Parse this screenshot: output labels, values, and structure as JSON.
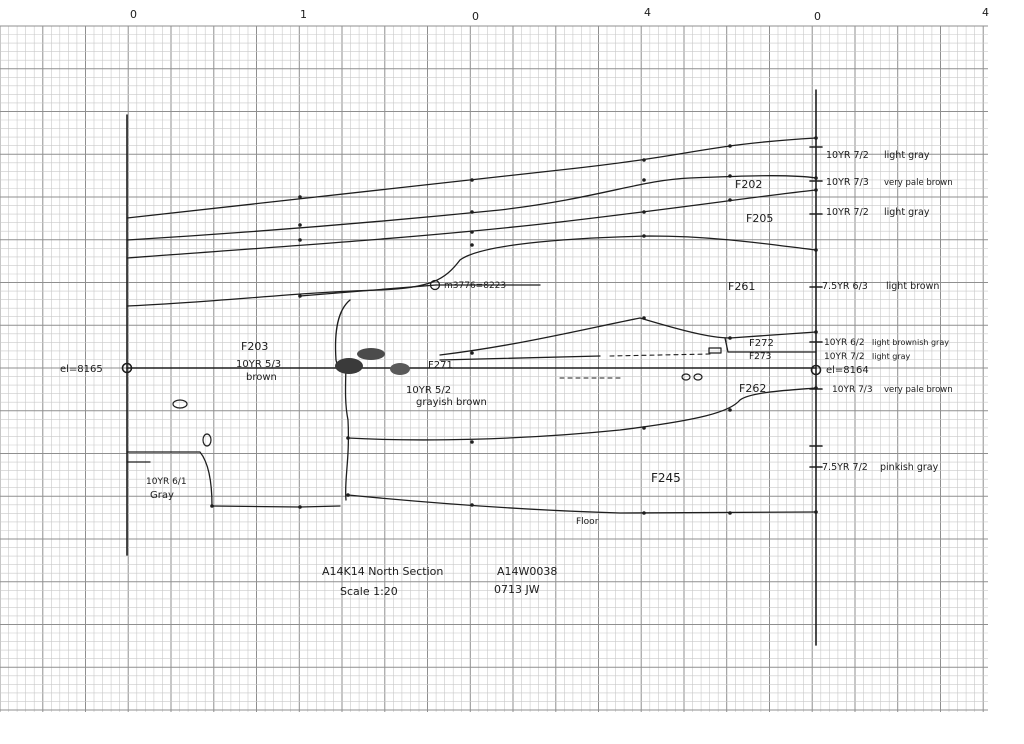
{
  "sheet": {
    "top_ruler_marks": [
      "0",
      "1",
      "0",
      "4",
      "0",
      "4"
    ]
  },
  "labels": {
    "datum": "el=8165",
    "datum_right": "el=8164",
    "point_upper": "m3776=8223",
    "floor": "Floor",
    "caption_line1_left": "A14K14 North Section",
    "caption_line1_right": "A14W0038",
    "caption_line2_left": "Scale 1:20",
    "caption_line2_right": "0713 JW"
  },
  "features": {
    "f203": "F203",
    "f203_color": "10YR 5/3",
    "f203_desc": "brown",
    "f271": "F271",
    "f271_color": "10YR 5/2",
    "f271_desc": "grayish brown",
    "f202": "F202",
    "f205": "F205",
    "f261": "F261",
    "f272": "F272",
    "f273": "F273",
    "f262": "F262",
    "f245": "F245",
    "left_color": "10YR 6/1",
    "left_desc": "Gray"
  },
  "legend": [
    {
      "code": "10YR 7/2",
      "desc": "light gray"
    },
    {
      "code": "10YR 7/3",
      "desc": "very pale brown"
    },
    {
      "code": "10YR 7/2",
      "desc": "light gray"
    },
    {
      "code": "7.5YR 6/3",
      "desc": "light brown"
    },
    {
      "code": "10YR 6/2",
      "desc": "light brownish gray"
    },
    {
      "code": "10YR 7/2",
      "desc": "light gray"
    },
    {
      "code": "10YR 7/3",
      "desc": "very pale brown"
    },
    {
      "code": "7.5YR 7/2",
      "desc": "pinkish gray"
    }
  ]
}
